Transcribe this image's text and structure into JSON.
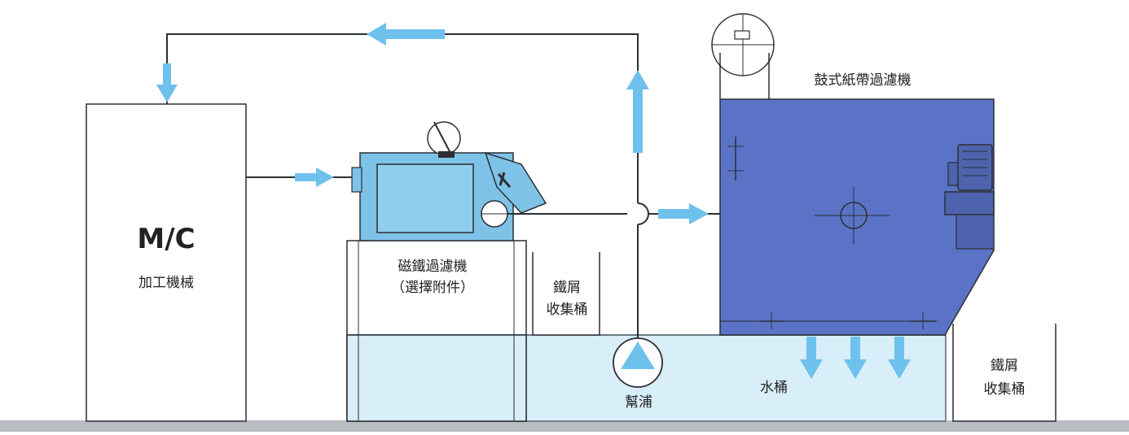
{
  "colors": {
    "arrow": "#6ec1ec",
    "drum_filter": "#5a73c7",
    "magnetic_filter": "#7ec2e8",
    "water": "#d8eef8",
    "line": "#2b2f35",
    "floor": "#b9bcc0"
  },
  "machine": {
    "title": "M/C",
    "subtitle": "加工機械"
  },
  "magnetic_filter": {
    "label": "磁鐵過濾機",
    "note": "（選擇附件）"
  },
  "chip_bin_left": {
    "line1": "鐵屑",
    "line2": "收集桶"
  },
  "chip_bin_right": {
    "line1": "鐵屑",
    "line2": "收集桶"
  },
  "drum_filter": {
    "label": "鼓式紙帶過濾機"
  },
  "pump": {
    "label": "幫浦",
    "icon": "pump-triangle-icon"
  },
  "tank": {
    "label": "水桶"
  }
}
